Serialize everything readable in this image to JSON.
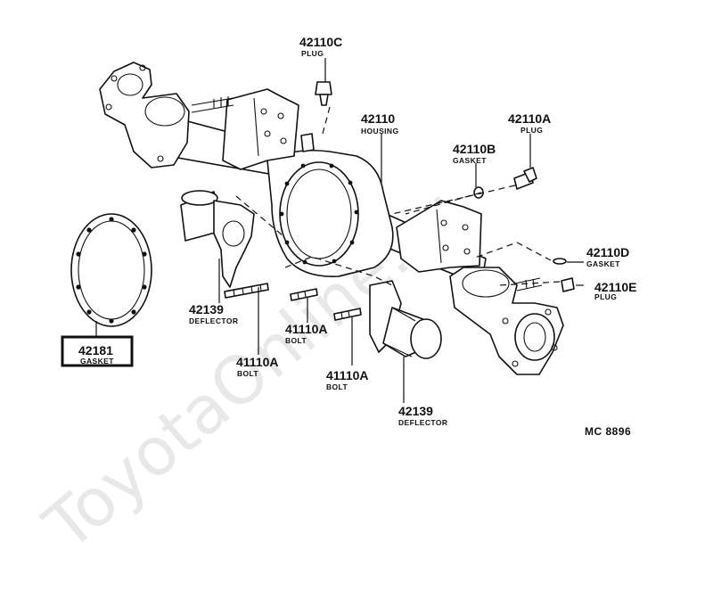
{
  "labels": {
    "l42110C": {
      "num": "42110C",
      "name": "PLUG"
    },
    "l42110": {
      "num": "42110",
      "name": "HOUSING"
    },
    "l42110A_top": {
      "num": "42110A",
      "name": "PLUG"
    },
    "l42110B": {
      "num": "42110B",
      "name": "GASKET"
    },
    "l42110D": {
      "num": "42110D",
      "name": "GASKET"
    },
    "l42110E": {
      "num": "42110E",
      "name": "PLUG"
    },
    "l42139_left": {
      "num": "42139",
      "name": "DEFLECTOR"
    },
    "l41110A_mid": {
      "num": "41110A",
      "name": "BOLT"
    },
    "l41110A_left": {
      "num": "41110A",
      "name": "BOLT"
    },
    "l41110A_right": {
      "num": "41110A",
      "name": "BOLT"
    },
    "l42139_right": {
      "num": "42139",
      "name": "DEFLECTOR"
    },
    "l42181": {
      "num": "42181",
      "name": "GASKET"
    }
  },
  "diagram_code": "MC 8896",
  "watermark": "ToyotaOnline.ru"
}
